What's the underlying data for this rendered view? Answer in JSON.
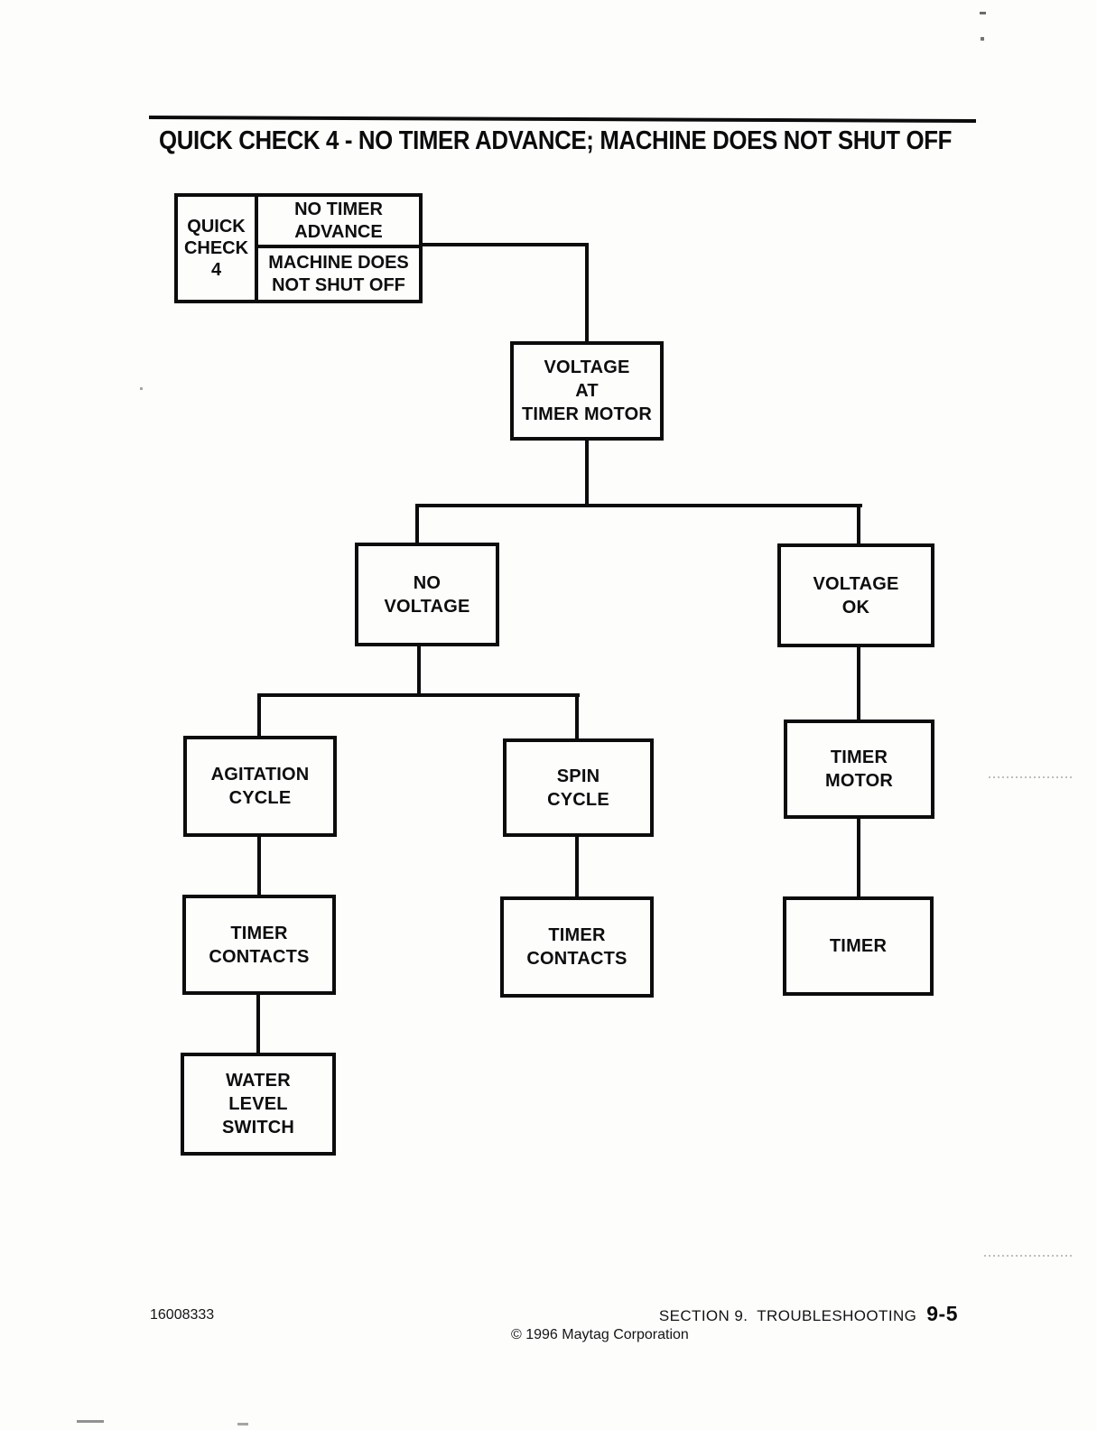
{
  "title": "QUICK CHECK 4 - NO TIMER ADVANCE; MACHINE DOES NOT SHUT OFF",
  "quick_check": {
    "id_label": "QUICK\nCHECK\n4",
    "symptom_top": "NO TIMER\nADVANCE",
    "symptom_bottom": "MACHINE DOES\nNOT SHUT OFF"
  },
  "nodes": {
    "voltage_at_timer_motor": "VOLTAGE\nAT\nTIMER MOTOR",
    "no_voltage": "NO\nVOLTAGE",
    "voltage_ok": "VOLTAGE\nOK",
    "agitation_cycle": "AGITATION\nCYCLE",
    "spin_cycle": "SPIN\nCYCLE",
    "timer_contacts_left": "TIMER\nCONTACTS",
    "timer_contacts_right": "TIMER\nCONTACTS",
    "timer_motor": "TIMER\nMOTOR",
    "timer": "TIMER",
    "water_level_switch": "WATER\nLEVEL\nSWITCH"
  },
  "footer": {
    "part_number": "16008333",
    "section": "SECTION 9.  TROUBLESHOOTING",
    "page_number": "9-5",
    "copyright": "© 1996 Maytag Corporation"
  },
  "colors": {
    "ink": "#0c0c0c",
    "paper": "#fdfdfc"
  }
}
